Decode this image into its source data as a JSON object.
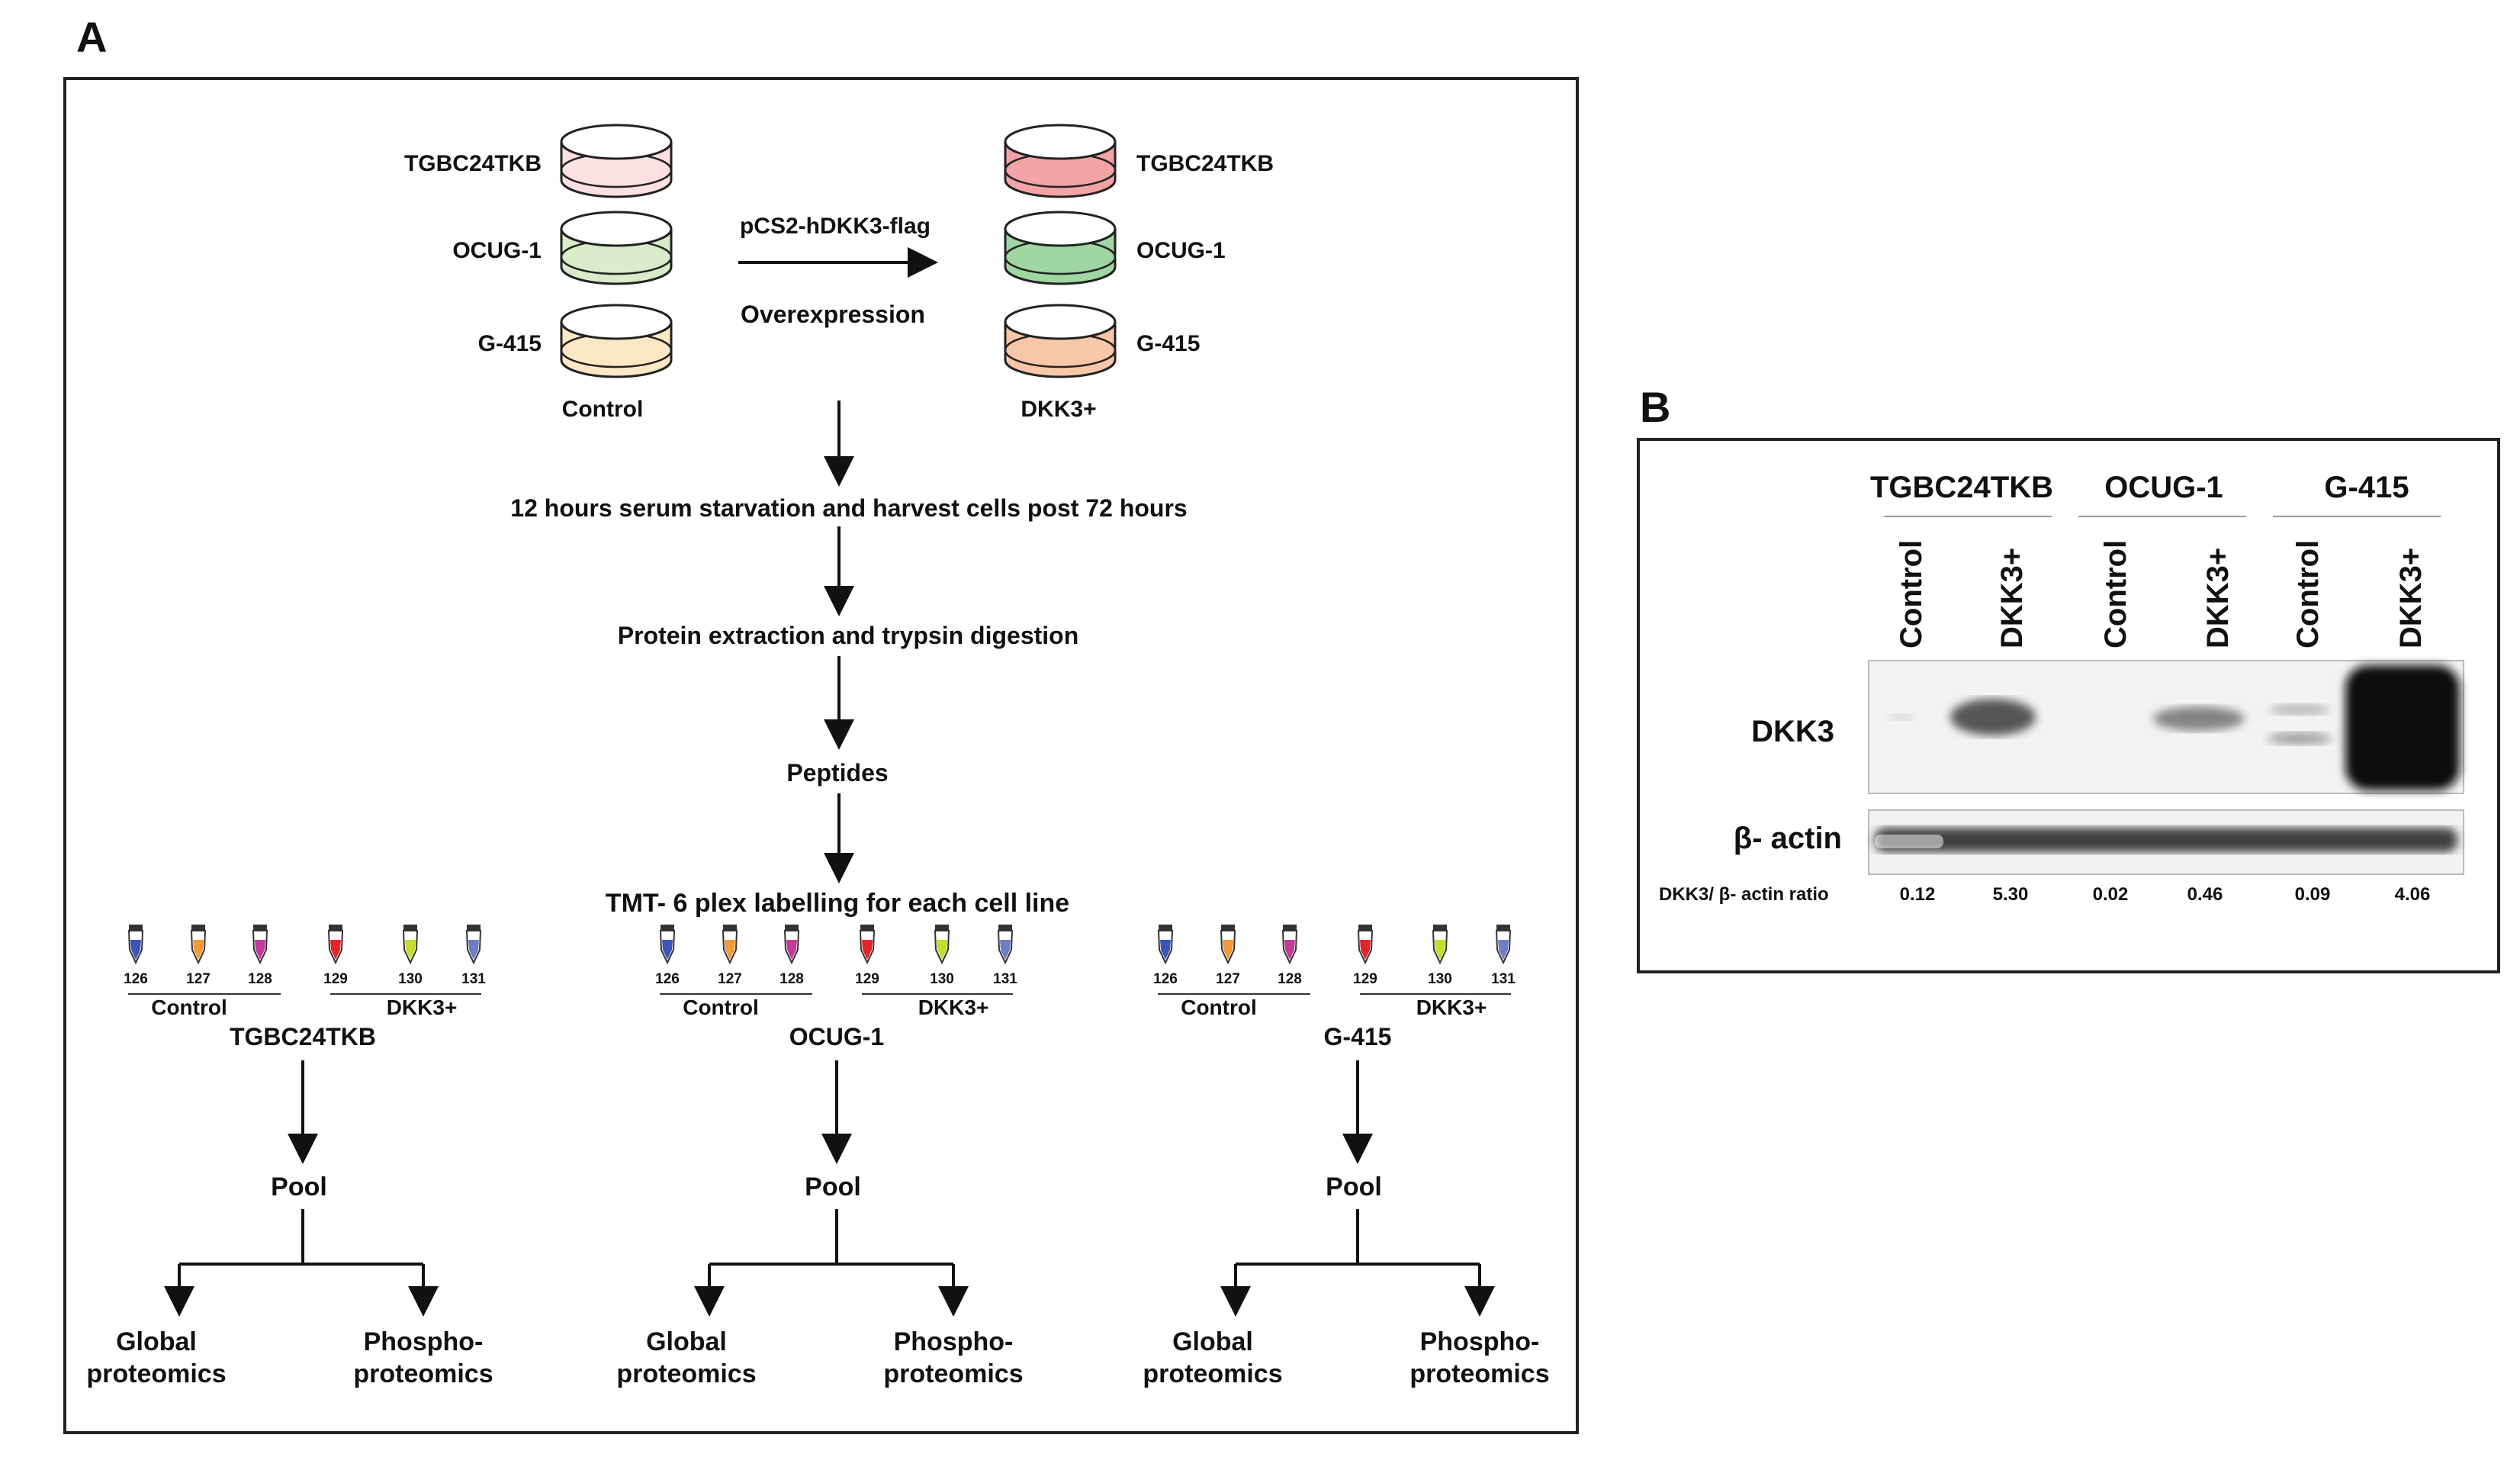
{
  "panelA": {
    "label": "A",
    "cell_lines": [
      "TGBC24TKB",
      "OCUG-1",
      "G-415"
    ],
    "control_label": "Control",
    "dkk3_label": "DKK3+",
    "plasmid": "pCS2-hDKK3-flag",
    "overexpression": "Overexpression",
    "dish_colors_control": [
      "#fde0e2",
      "#d9ebc8",
      "#fde8c6"
    ],
    "dish_colors_dkk3": [
      "#f2a3a6",
      "#9fd6a2",
      "#f8c7a8"
    ],
    "steps": [
      "12 hours serum starvation and harvest cells post 72 hours",
      "Protein extraction and trypsin digestion",
      "Peptides",
      "TMT- 6 plex labelling for each cell line"
    ],
    "tubes": [
      {
        "tag": "126",
        "color": "#3b55b8"
      },
      {
        "tag": "127",
        "color": "#f29a3a"
      },
      {
        "tag": "128",
        "color": "#c23a9a"
      },
      {
        "tag": "129",
        "color": "#e3242b"
      },
      {
        "tag": "130",
        "color": "#c7dd2b"
      },
      {
        "tag": "131",
        "color": "#6f7dc4"
      }
    ],
    "pool_label": "Pool",
    "outputs": [
      {
        "line1": "Global",
        "line2": "proteomics"
      },
      {
        "line1": "Phospho-",
        "line2": "proteomics"
      }
    ]
  },
  "panelB": {
    "label": "B",
    "columns": [
      "Control",
      "DKK3+",
      "Control",
      "DKK3+",
      "Control",
      "DKK3+"
    ],
    "row_labels": [
      "DKK3",
      "β- actin"
    ],
    "ratio_label": "DKK3/ β- actin ratio",
    "ratios": [
      "0.12",
      "5.30",
      "0.02",
      "0.46",
      "0.09",
      "4.06"
    ]
  }
}
